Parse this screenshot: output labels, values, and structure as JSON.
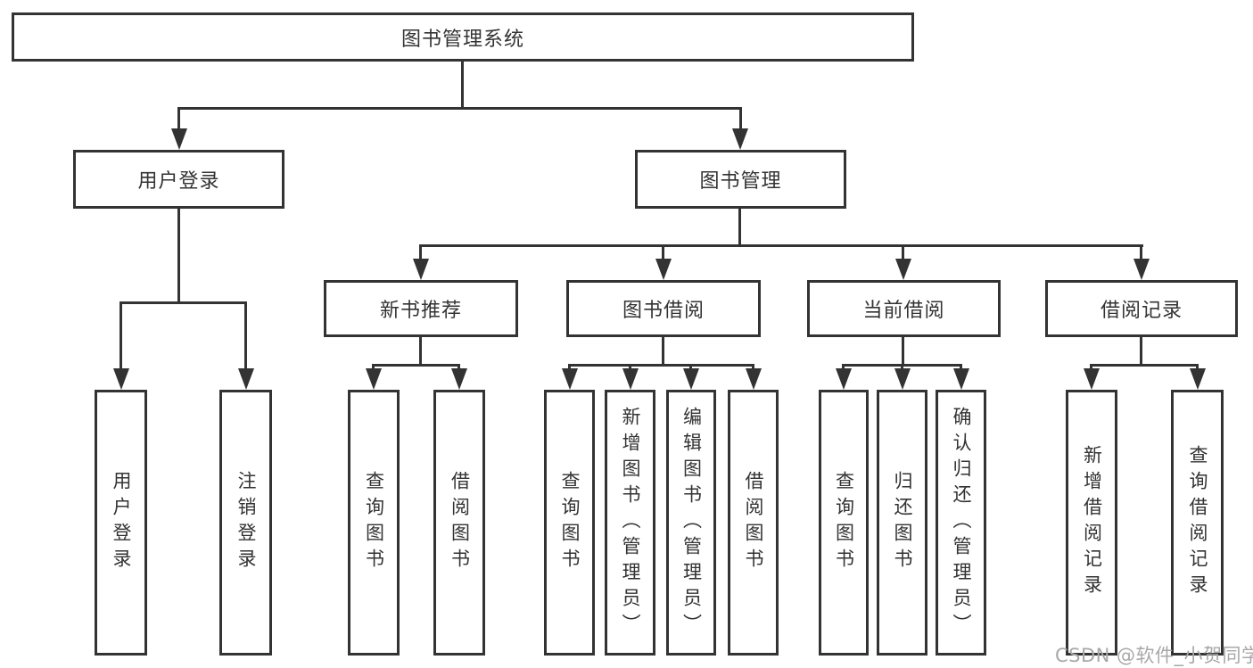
{
  "diagram_title": "图书管理系统",
  "colors": {
    "line": "#333333",
    "text": "#333333",
    "box_background": "#ffffff",
    "watermark": "#a8a8a8"
  },
  "watermark": {
    "text": "CSDN @软件_小贺同学"
  },
  "tree": {
    "label": "图书管理系统",
    "children": [
      {
        "label": "用户登录",
        "children": [
          {
            "label": "用户登录"
          },
          {
            "label": "注销登录"
          }
        ]
      },
      {
        "label": "图书管理",
        "children": [
          {
            "label": "新书推荐",
            "children": [
              {
                "label": "查询图书"
              },
              {
                "label": "借阅图书"
              }
            ]
          },
          {
            "label": "图书借阅",
            "children": [
              {
                "label": "查询图书"
              },
              {
                "label": "新增图书（管理员）"
              },
              {
                "label": "编辑图书（管理员）"
              },
              {
                "label": "借阅图书"
              }
            ]
          },
          {
            "label": "当前借阅",
            "children": [
              {
                "label": "查询图书"
              },
              {
                "label": "归还图书"
              },
              {
                "label": "确认归还（管理员）"
              }
            ]
          },
          {
            "label": "借阅记录",
            "children": [
              {
                "label": "新增借阅记录"
              },
              {
                "label": "查询借阅记录"
              }
            ]
          }
        ]
      }
    ]
  }
}
